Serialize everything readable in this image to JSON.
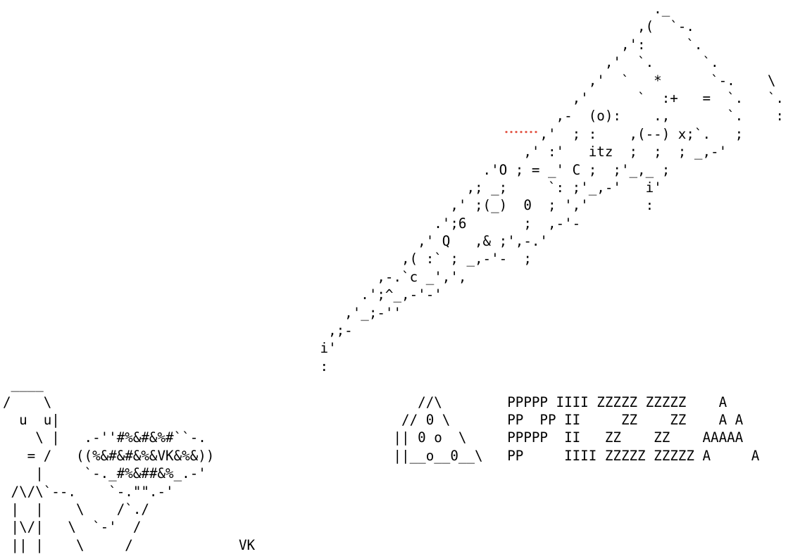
{
  "art_lines": [
    "                                                                                ._",
    "                                                                              ,(  `-.",
    "                                                                            ,':     `.",
    "                                                                          ,'  `.      `.",
    "                                                                        ,'  `   *      `-.    \\",
    "                                                                      ,'      `  :+   =  `.   `.",
    "                                                                    ,-  (o):    .,       `.    :",
    "                                                                  ,'  ; :    ,(--) x;`.   ;",
    "                                                                ,' :'   itz  ;  ;  ; _,-'",
    "                                                           .'O ; = _' C ;  ;'_,_ ;",
    "                                                         ,; _;     `: ;'_,-'   i'",
    "                                                       ,' ;(_)  0  ; ','       :",
    "                                                     .';6       ;  ,-'-",
    "                                                   ,' Q   ,& ;',-.'",
    "                                                 ,( :` ; _,-'-  ;",
    "                                              ,-.`c _',',",
    "                                            .';^_,-'-'",
    "                                          ,'_;-''",
    "                                        ,;-",
    "                                       i'",
    "                                       :",
    " ____",
    "/    \\                                             //\\        PPPPP IIII ZZZZZ ZZZZZ    A",
    "  u  u|                                          // 0 \\       PP  PP II     ZZ    ZZ    A A",
    "    \\ |   .-''#%&#&%#``-.                       || 0 o  \\     PPPPP  II   ZZ    ZZ    AAAAA",
    "   = /   ((%&#&#&%&VK&%&))                      ||__o__0__\\   PP     IIII ZZZZZ ZZZZZ A     A",
    "    |     `-._#%&##&%_.-'",
    " /\\/\\`--.    `-.\"\".-'",
    " |  |    \\    /`./",
    " |\\/|   \\  `-'  /",
    " || |    \\     /             VK"
  ],
  "spellcheck_word": "itz",
  "spellcheck_color": "#e35a4a"
}
